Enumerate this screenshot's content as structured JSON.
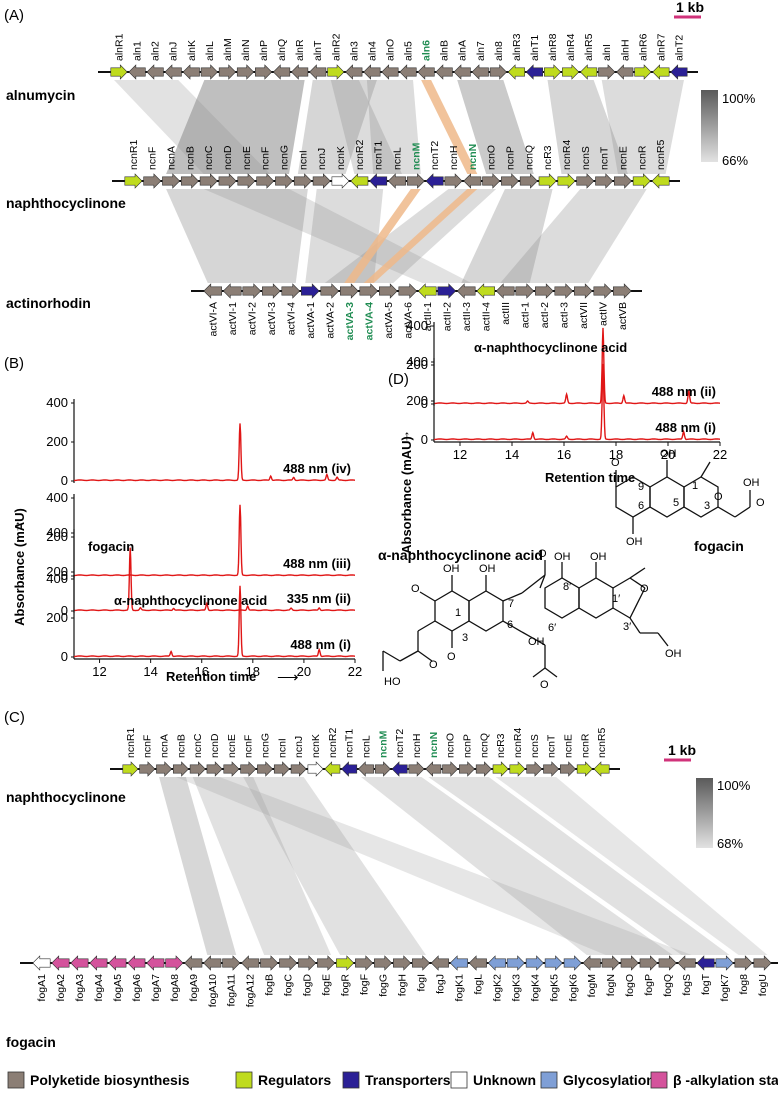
{
  "panels": {
    "A": "(A)",
    "B": "(B)",
    "C": "(C)",
    "D": "(D)"
  },
  "scale_bar": "1 kb",
  "identity_scale": {
    "a": {
      "max": "100%",
      "min": "66%"
    },
    "c": {
      "max": "100%",
      "min": "68%"
    }
  },
  "clusters": {
    "alnumycin": {
      "name": "alnumycin",
      "genes": [
        {
          "label": "alnR1",
          "cat": "reg",
          "dir": "R"
        },
        {
          "label": "aln1",
          "cat": "pks",
          "dir": "L"
        },
        {
          "label": "aln2",
          "cat": "pks",
          "dir": "L"
        },
        {
          "label": "alnJ",
          "cat": "pks",
          "dir": "L"
        },
        {
          "label": "alnK",
          "cat": "pks",
          "dir": "L"
        },
        {
          "label": "alnL",
          "cat": "pks",
          "dir": "R"
        },
        {
          "label": "alnM",
          "cat": "pks",
          "dir": "R"
        },
        {
          "label": "alnN",
          "cat": "pks",
          "dir": "R"
        },
        {
          "label": "alnP",
          "cat": "pks",
          "dir": "R"
        },
        {
          "label": "alnQ",
          "cat": "pks",
          "dir": "L"
        },
        {
          "label": "alnR",
          "cat": "pks",
          "dir": "L"
        },
        {
          "label": "alnT",
          "cat": "pks",
          "dir": "L"
        },
        {
          "label": "alnR2",
          "cat": "reg",
          "dir": "R"
        },
        {
          "label": "aln3",
          "cat": "pks",
          "dir": "L"
        },
        {
          "label": "aln4",
          "cat": "pks",
          "dir": "L"
        },
        {
          "label": "alnO",
          "cat": "pks",
          "dir": "L"
        },
        {
          "label": "aln5",
          "cat": "pks",
          "dir": "L"
        },
        {
          "label": "aln6",
          "cat": "pks",
          "dir": "L"
        },
        {
          "label": "alnB",
          "cat": "pks",
          "dir": "L"
        },
        {
          "label": "alnA",
          "cat": "pks",
          "dir": "L"
        },
        {
          "label": "aln7",
          "cat": "pks",
          "dir": "L"
        },
        {
          "label": "aln8",
          "cat": "pks",
          "dir": "R"
        },
        {
          "label": "alnR3",
          "cat": "reg",
          "dir": "L"
        },
        {
          "label": "alnT1",
          "cat": "tra",
          "dir": "L"
        },
        {
          "label": "alnR8",
          "cat": "reg",
          "dir": "R"
        },
        {
          "label": "alnR4",
          "cat": "reg",
          "dir": "R"
        },
        {
          "label": "alnR5",
          "cat": "reg",
          "dir": "L"
        },
        {
          "label": "alnI",
          "cat": "pks",
          "dir": "R"
        },
        {
          "label": "alnH",
          "cat": "pks",
          "dir": "L"
        },
        {
          "label": "alnR6",
          "cat": "reg",
          "dir": "R"
        },
        {
          "label": "alnR7",
          "cat": "reg",
          "dir": "L"
        },
        {
          "label": "alnT2",
          "cat": "tra",
          "dir": "L"
        }
      ]
    },
    "naphthocyclinone": {
      "name": "naphthocyclinone",
      "genes": [
        {
          "label": "ncnR1",
          "cat": "reg",
          "dir": "R"
        },
        {
          "label": "ncnF",
          "cat": "pks",
          "dir": "R"
        },
        {
          "label": "ncnA",
          "cat": "pks",
          "dir": "R"
        },
        {
          "label": "ncnB",
          "cat": "pks",
          "dir": "R"
        },
        {
          "label": "ncnC",
          "cat": "pks",
          "dir": "R"
        },
        {
          "label": "ncnD",
          "cat": "pks",
          "dir": "R"
        },
        {
          "label": "ncnE",
          "cat": "pks",
          "dir": "R"
        },
        {
          "label": "ncnF",
          "cat": "pks",
          "dir": "R"
        },
        {
          "label": "ncnG",
          "cat": "pks",
          "dir": "R"
        },
        {
          "label": "ncnI",
          "cat": "pks",
          "dir": "R"
        },
        {
          "label": "ncnJ",
          "cat": "pks",
          "dir": "R"
        },
        {
          "label": "ncnK",
          "cat": "unk",
          "dir": "R"
        },
        {
          "label": "ncnR2",
          "cat": "reg",
          "dir": "L"
        },
        {
          "label": "ncnT1",
          "cat": "tra",
          "dir": "L"
        },
        {
          "label": "ncnL",
          "cat": "pks",
          "dir": "L"
        },
        {
          "label": "ncnM",
          "cat": "pks",
          "dir": "R"
        },
        {
          "label": "ncnT2",
          "cat": "tra",
          "dir": "L"
        },
        {
          "label": "ncnH",
          "cat": "pks",
          "dir": "R"
        },
        {
          "label": "ncnN",
          "cat": "pks",
          "dir": "L"
        },
        {
          "label": "ncnO",
          "cat": "pks",
          "dir": "R"
        },
        {
          "label": "ncnP",
          "cat": "pks",
          "dir": "R"
        },
        {
          "label": "ncnQ",
          "cat": "pks",
          "dir": "R"
        },
        {
          "label": "ncR3",
          "cat": "reg",
          "dir": "R"
        },
        {
          "label": "ncnR4",
          "cat": "reg",
          "dir": "R"
        },
        {
          "label": "ncnS",
          "cat": "pks",
          "dir": "R"
        },
        {
          "label": "ncnT",
          "cat": "pks",
          "dir": "R"
        },
        {
          "label": "ncnE",
          "cat": "pks",
          "dir": "R"
        },
        {
          "label": "ncnR",
          "cat": "reg",
          "dir": "R"
        },
        {
          "label": "ncnR5",
          "cat": "reg",
          "dir": "L"
        }
      ]
    },
    "actinorhodin": {
      "name": "actinorhodin",
      "genes": [
        {
          "label": "actVI-A",
          "cat": "pks",
          "dir": "L"
        },
        {
          "label": "actVI-1",
          "cat": "pks",
          "dir": "L"
        },
        {
          "label": "actVI-2",
          "cat": "pks",
          "dir": "R"
        },
        {
          "label": "actVI-3",
          "cat": "pks",
          "dir": "R"
        },
        {
          "label": "actVI-4",
          "cat": "pks",
          "dir": "R"
        },
        {
          "label": "actVA-1",
          "cat": "tra",
          "dir": "R"
        },
        {
          "label": "actVA-2",
          "cat": "pks",
          "dir": "R"
        },
        {
          "label": "actVA-3",
          "cat": "pks",
          "dir": "R"
        },
        {
          "label": "actVA-4",
          "cat": "pks",
          "dir": "R"
        },
        {
          "label": "actVA-5",
          "cat": "pks",
          "dir": "R"
        },
        {
          "label": "actVA-6",
          "cat": "pks",
          "dir": "R"
        },
        {
          "label": "actII-1",
          "cat": "reg",
          "dir": "L"
        },
        {
          "label": "actII-2",
          "cat": "tra",
          "dir": "R"
        },
        {
          "label": "actII-3",
          "cat": "pks",
          "dir": "L"
        },
        {
          "label": "actII-4",
          "cat": "reg",
          "dir": "L"
        },
        {
          "label": "actIII",
          "cat": "pks",
          "dir": "L"
        },
        {
          "label": "actI-1",
          "cat": "pks",
          "dir": "R"
        },
        {
          "label": "actI-2",
          "cat": "pks",
          "dir": "R"
        },
        {
          "label": "actI-3",
          "cat": "pks",
          "dir": "R"
        },
        {
          "label": "actVII",
          "cat": "pks",
          "dir": "R"
        },
        {
          "label": "actIV",
          "cat": "pks",
          "dir": "R"
        },
        {
          "label": "actVB",
          "cat": "pks",
          "dir": "R"
        }
      ]
    },
    "fogacin": {
      "name": "fogacin",
      "genes": [
        {
          "label": "fogA1",
          "cat": "unk",
          "dir": "L"
        },
        {
          "label": "fogA2",
          "cat": "bal",
          "dir": "L"
        },
        {
          "label": "fogA3",
          "cat": "bal",
          "dir": "L"
        },
        {
          "label": "fogA4",
          "cat": "bal",
          "dir": "L"
        },
        {
          "label": "fogA5",
          "cat": "bal",
          "dir": "L"
        },
        {
          "label": "fogA6",
          "cat": "bal",
          "dir": "L"
        },
        {
          "label": "fogA7",
          "cat": "bal",
          "dir": "L"
        },
        {
          "label": "fogA8",
          "cat": "bal",
          "dir": "R"
        },
        {
          "label": "fogA9",
          "cat": "pks",
          "dir": "L"
        },
        {
          "label": "fogA10",
          "cat": "pks",
          "dir": "L"
        },
        {
          "label": "fogA11",
          "cat": "pks",
          "dir": "R"
        },
        {
          "label": "fogA12",
          "cat": "pks",
          "dir": "L"
        },
        {
          "label": "fogB",
          "cat": "pks",
          "dir": "R"
        },
        {
          "label": "fogC",
          "cat": "pks",
          "dir": "R"
        },
        {
          "label": "fogD",
          "cat": "pks",
          "dir": "R"
        },
        {
          "label": "fogE",
          "cat": "pks",
          "dir": "R"
        },
        {
          "label": "fogR",
          "cat": "reg",
          "dir": "R"
        },
        {
          "label": "fogF",
          "cat": "pks",
          "dir": "R"
        },
        {
          "label": "fogG",
          "cat": "pks",
          "dir": "R"
        },
        {
          "label": "fogH",
          "cat": "pks",
          "dir": "R"
        },
        {
          "label": "fogI",
          "cat": "pks",
          "dir": "R"
        },
        {
          "label": "fogJ",
          "cat": "pks",
          "dir": "L"
        },
        {
          "label": "fogK1",
          "cat": "gly",
          "dir": "L"
        },
        {
          "label": "fogL",
          "cat": "pks",
          "dir": "L"
        },
        {
          "label": "fogK2",
          "cat": "gly",
          "dir": "L"
        },
        {
          "label": "fogK3",
          "cat": "gly",
          "dir": "R"
        },
        {
          "label": "fogK4",
          "cat": "gly",
          "dir": "R"
        },
        {
          "label": "fogK5",
          "cat": "gly",
          "dir": "R"
        },
        {
          "label": "fogK6",
          "cat": "gly",
          "dir": "R"
        },
        {
          "label": "fogM",
          "cat": "pks",
          "dir": "L"
        },
        {
          "label": "fogN",
          "cat": "pks",
          "dir": "R"
        },
        {
          "label": "fogO",
          "cat": "pks",
          "dir": "R"
        },
        {
          "label": "fogP",
          "cat": "pks",
          "dir": "R"
        },
        {
          "label": "fogQ",
          "cat": "pks",
          "dir": "R"
        },
        {
          "label": "fogS",
          "cat": "pks",
          "dir": "L"
        },
        {
          "label": "fogT",
          "cat": "tra",
          "dir": "L"
        },
        {
          "label": "fogK7",
          "cat": "gly",
          "dir": "R"
        },
        {
          "label": "fog8",
          "cat": "pks",
          "dir": "R"
        },
        {
          "label": "fogU",
          "cat": "pks",
          "dir": "R"
        }
      ]
    }
  },
  "highlights": [
    "aln6",
    "ncnM",
    "ncnN",
    "actVA-3",
    "actVA-4"
  ],
  "hplc_b": {
    "xlabel": "Retention time",
    "ylabel": "Absorbance (mAU)",
    "x_ticks": [
      "12",
      "14",
      "16",
      "18",
      "20",
      "22"
    ],
    "y_ticks": [
      "0",
      "200",
      "400"
    ],
    "traces": [
      {
        "label": "488 nm (iv)",
        "annotation": "",
        "peaks": [
          [
            17.5,
            290
          ],
          [
            18.7,
            22
          ],
          [
            19.6,
            15
          ],
          [
            20.9,
            28
          ],
          [
            21.3,
            15
          ]
        ]
      },
      {
        "label": "488 nm (iii)",
        "annotation": "",
        "peaks": [
          [
            17.5,
            360
          ]
        ]
      },
      {
        "label": "335 nm (ii)",
        "annotation": "fogacin",
        "peaks": [
          [
            13.2,
            320
          ],
          [
            13.6,
            12
          ],
          [
            14.9,
            10
          ],
          [
            16.2,
            35
          ],
          [
            17.8,
            22
          ],
          [
            19.5,
            10
          ],
          [
            20.6,
            12
          ]
        ]
      },
      {
        "label": "488 nm (i)",
        "annotation": "α-naphthocyclinone acid",
        "peaks": [
          [
            14.8,
            25
          ],
          [
            17.5,
            360
          ],
          [
            20.6,
            35
          ]
        ]
      }
    ]
  },
  "hplc_d": {
    "xlabel": "Retention time",
    "ylabel": "Absorbance (mAU)",
    "x_ticks": [
      "12",
      "14",
      "16",
      "18",
      "20",
      "22"
    ],
    "y_ticks": [
      "0",
      "200",
      "400"
    ],
    "traces": [
      {
        "label": "488 nm (ii)",
        "annotation": "α-naphthocyclinone acid",
        "peaks": [
          [
            14.6,
            10
          ],
          [
            16.1,
            45
          ],
          [
            17.5,
            385
          ],
          [
            18.3,
            40
          ],
          [
            20.8,
            65
          ]
        ]
      },
      {
        "label": "488 nm (i)",
        "annotation": "",
        "peaks": [
          [
            14.8,
            35
          ],
          [
            16.1,
            15
          ],
          [
            17.5,
            385
          ],
          [
            20.6,
            40
          ]
        ]
      }
    ]
  },
  "structures": {
    "napht": {
      "name": "α-naphthocyclinone acid",
      "atoms": [
        "O",
        "OH",
        "OH",
        "O",
        "O",
        "OH",
        "OH",
        "OH",
        "O",
        "O",
        "HO",
        "O",
        "OH",
        "1",
        "3",
        "6",
        "7",
        "8′",
        "6′",
        "1′",
        "3′"
      ]
    },
    "fogacin": {
      "name": "fogacin",
      "atoms": [
        "O",
        "OH",
        "O",
        "OH",
        "O",
        "OH",
        "9",
        "5",
        "6",
        "1",
        "3"
      ]
    }
  },
  "legend": [
    {
      "label": "Polyketide biosynthesis",
      "color": "#8b7e75"
    },
    {
      "label": "Regulators",
      "color": "#bfdb1e"
    },
    {
      "label": "Transporters",
      "color": "#2b2096"
    },
    {
      "label": "Unknown",
      "color": "#ffffff"
    },
    {
      "label": "Glycosylation",
      "color": "#7f9fd6"
    },
    {
      "label": "β -alkylation starter unit",
      "color": "#d4539c"
    }
  ],
  "colors": {
    "pks": "#8b7e75",
    "reg": "#bfdb1e",
    "tra": "#2b2096",
    "unk": "#ffffff",
    "gly": "#7f9fd6",
    "bal": "#d4539c",
    "trace": "#e01616",
    "highlight": "#eeb98a",
    "label_green": "#1f8c52",
    "scale_bar": "#d0327a"
  }
}
